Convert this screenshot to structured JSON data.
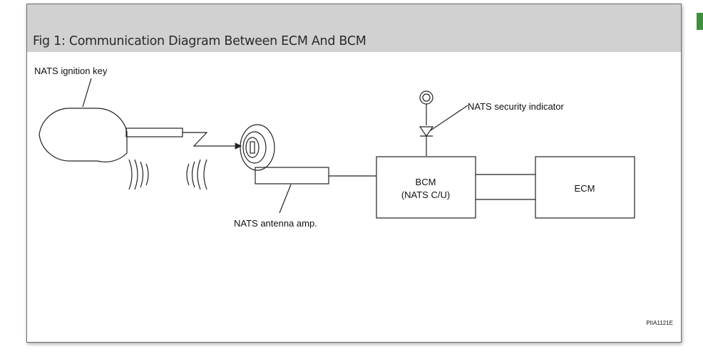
{
  "caption": "Fig 1: Communication Diagram Between ECM And BCM",
  "diagram": {
    "labels": {
      "ignition_key": "NATS ignition key",
      "security_indicator": "NATS security indicator",
      "antenna_amp": "NATS antenna amp.",
      "bcm_line1": "BCM",
      "bcm_line2": "(NATS C/U)",
      "ecm": "ECM",
      "figure_code": "PIIA1121E"
    }
  },
  "colors": {
    "caption_bar": "#d1d1d1",
    "side_marker": "#3f8f3f",
    "stroke": "#222222"
  }
}
